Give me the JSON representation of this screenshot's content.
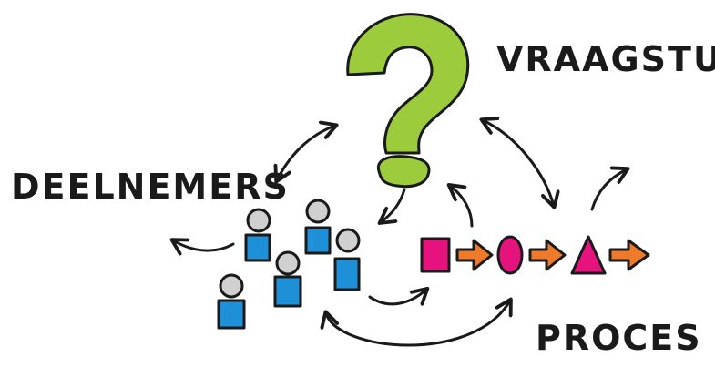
{
  "labels": {
    "question": "VRAAGSTUK",
    "participants": "DEELNEMERS",
    "process": "PROCES"
  },
  "icons": {
    "question": "question-mark-icon",
    "person": "person-icon",
    "square": "square-shape-icon",
    "oval": "oval-shape-icon",
    "triangle": "triangle-shape-icon",
    "arrow": "arrow-icon"
  },
  "colors": {
    "question_green": "#9ccc3c",
    "person_blue": "#1e90d8",
    "head_grey": "#d0d0d0",
    "shape_magenta": "#e6137f",
    "arrow_orange": "#ef7a2a",
    "ink": "#1a1a1a"
  }
}
